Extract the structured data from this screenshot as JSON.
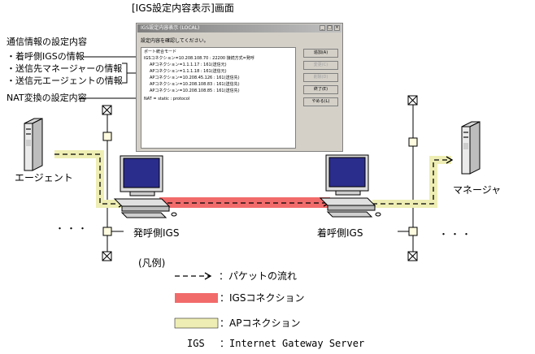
{
  "screen_title": "[IGS設定内容表示]画面",
  "annotations": {
    "comm_heading": "通信情報の設定内容",
    "incoming_igs": "・着呼側IGSの情報",
    "dest_manager": "・送信先マネージャーの情報",
    "src_agent": "・送信元エージェントの情報",
    "nat": "NAT変換の設定内容"
  },
  "dialog": {
    "title": "IGS設定内容表示 (LOCAL)",
    "message": "設定内容を確認してください。",
    "lines": [
      "ポート統合モード",
      "IGSコネクション=10.208.108.70 : 22200  接続方式=発呼",
      "APコネクション=1.1.1.17 : 161(送信元)",
      "APコネクション=1.1.1.18 : 161(送信元)",
      "APコネクション=10.208.45.126 : 161(送信先)",
      "APコネクション=10.208.108.83 : 161(送信先)",
      "APコネクション=10.208.108.85 : 161(送信先)",
      "NAT = static : protocol"
    ],
    "buttons": [
      "追加(A)",
      "変更(C)",
      "削除(D)",
      "終了(E)",
      "やめる(L)"
    ]
  },
  "labels": {
    "agent": "エージェント",
    "manager": "マネージャ",
    "caller_igs": "発呼側IGS",
    "callee_igs": "着呼側IGS",
    "dots": "・・・"
  },
  "legend": {
    "heading": "(凡例)",
    "packet_flow": "：パケットの流れ",
    "igs_connection": "：IGSコネクション",
    "ap_connection": "：APコネクション",
    "igs_abbr": "IGS",
    "igs_def": "：Internet Gateway Server"
  },
  "colors": {
    "igs_connection": "#f26b6b",
    "ap_connection": "#eeeeb4",
    "monitor_screen": "#2b2d8c"
  }
}
